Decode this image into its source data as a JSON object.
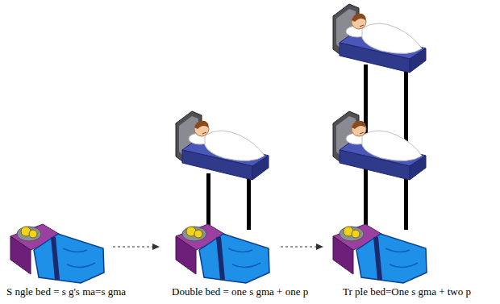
{
  "diagram": {
    "labels": [
      "S ngle bed = s g's ma=s gma",
      "Double bed = one s gma + one p",
      "Tr ple bed=One s gma + two p"
    ]
  }
}
